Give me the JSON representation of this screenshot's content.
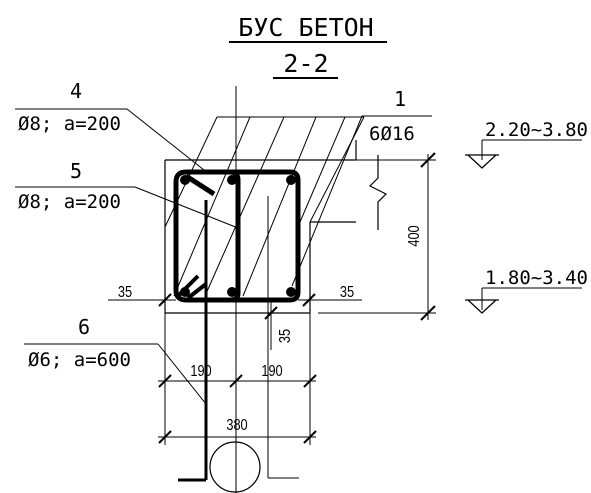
{
  "title": {
    "main": "БУС БЕТОН",
    "section": "2-2"
  },
  "callouts": [
    {
      "number": "4",
      "spec": "Ø8; a=200"
    },
    {
      "number": "5",
      "spec": "Ø8; a=200"
    },
    {
      "number": "6",
      "spec": "Ø6; a=600"
    },
    {
      "number": "1",
      "spec": "6Ø16"
    }
  ],
  "levels": {
    "top": "2.20~3.80",
    "bottom": "1.80~3.40"
  },
  "dimensions": {
    "height": "400",
    "cover_left": "35",
    "cover_right": "35",
    "cover_bottom": "35",
    "half_left": "190",
    "half_right": "190",
    "total_width": "380"
  }
}
